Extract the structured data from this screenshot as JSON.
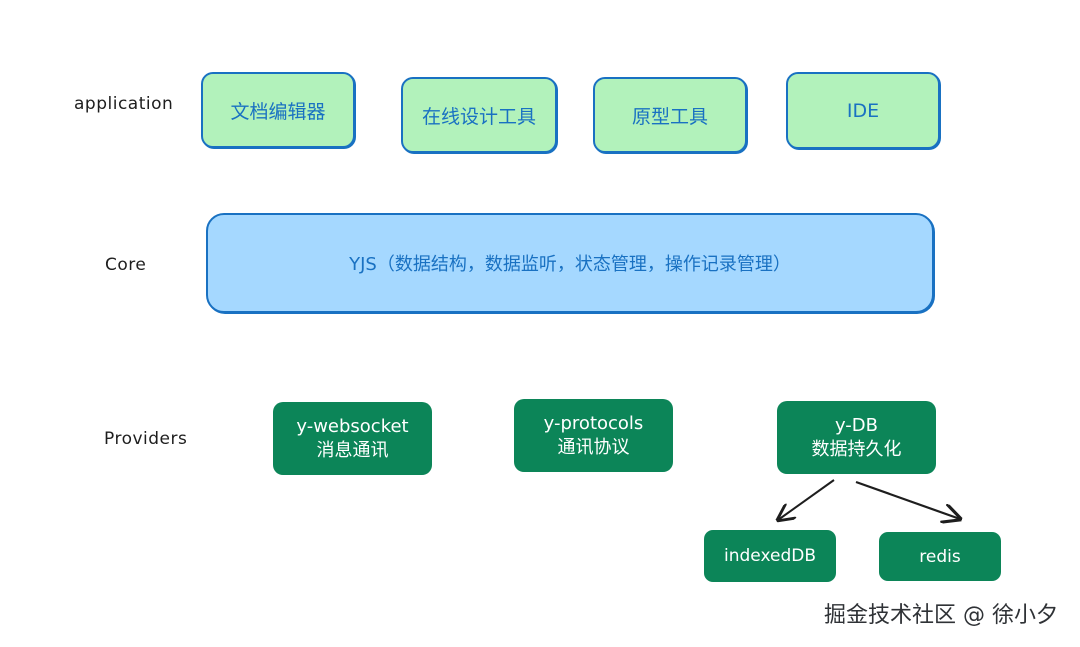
{
  "layers": {
    "application": "application",
    "core": "Core",
    "providers": "Providers"
  },
  "application_boxes": [
    "文档编辑器",
    "在线设计工具",
    "原型工具",
    "IDE"
  ],
  "core_box": "YJS（数据结构，数据监听，状态管理，操作记录管理）",
  "providers": [
    {
      "name": "y-websocket",
      "desc": "消息通讯"
    },
    {
      "name": "y-protocols",
      "desc": "通讯协议"
    },
    {
      "name": "y-DB",
      "desc": "数据持久化"
    }
  ],
  "storage": [
    "indexedDB",
    "redis"
  ],
  "watermark": "掘金技术社区 @ 徐小夕",
  "colors": {
    "app_fill": "#b2f2bb",
    "core_fill": "#a5d8ff",
    "stroke_blue": "#1971c2",
    "provider_fill": "#0c8558"
  }
}
